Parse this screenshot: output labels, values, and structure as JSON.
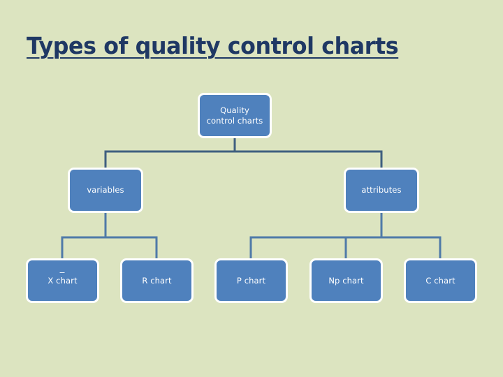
{
  "slide": {
    "title": "Types of quality control charts",
    "background_color": "#dce4c0",
    "title_color": "#1f3864",
    "node_fill_color": "#4f81bd",
    "node_border_color": "#ffffff",
    "node_text_color": "#ffffff",
    "connector_color_level1": "#3f5f7f",
    "connector_color_level2": "#4f7aa8"
  },
  "diagram": {
    "type": "hierarchy-tree",
    "root": {
      "id": "root",
      "label_line1": "Quality",
      "label_line2": "control charts",
      "label": "Quality control charts"
    },
    "level2": [
      {
        "id": "variables",
        "label": "variables"
      },
      {
        "id": "attributes",
        "label": "attributes"
      }
    ],
    "level3": [
      {
        "id": "xbar-chart",
        "label": "X chart",
        "parent": "variables",
        "has_overbar": true
      },
      {
        "id": "r-chart",
        "label": "R chart",
        "parent": "variables",
        "has_overbar": false
      },
      {
        "id": "p-chart",
        "label": "P chart",
        "parent": "attributes",
        "has_overbar": false
      },
      {
        "id": "np-chart",
        "label": "Np chart",
        "parent": "attributes",
        "has_overbar": false
      },
      {
        "id": "c-chart",
        "label": "C chart",
        "parent": "attributes",
        "has_overbar": false
      }
    ]
  }
}
